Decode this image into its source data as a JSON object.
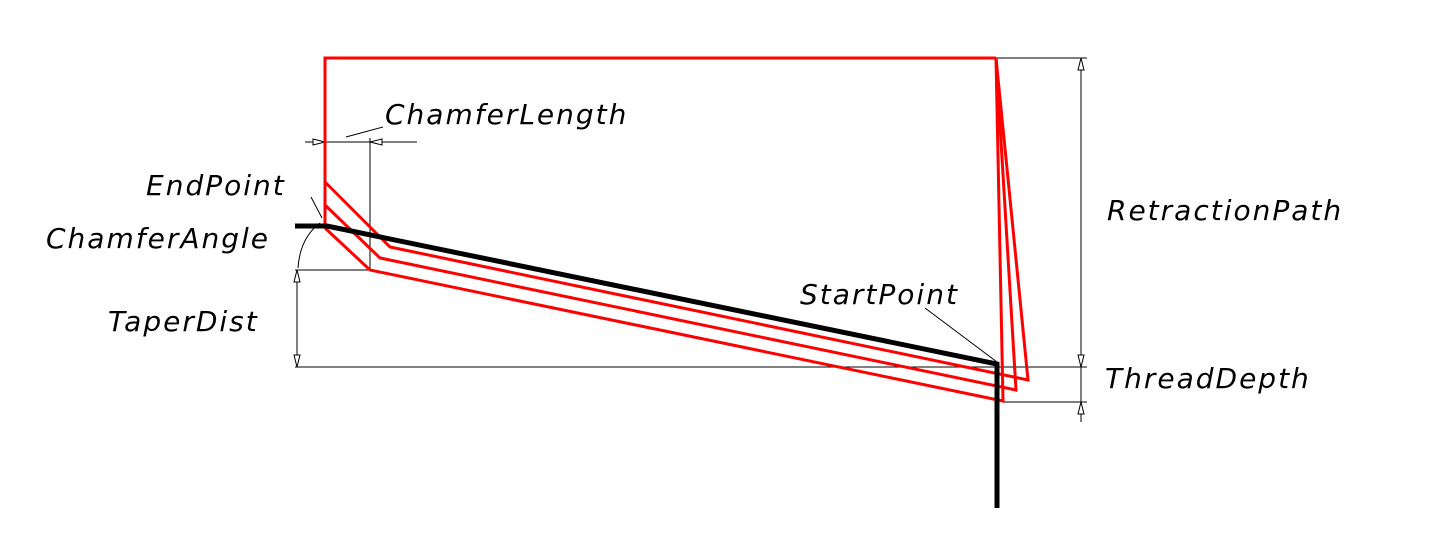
{
  "diagram": {
    "labels": {
      "chamfer_length": "ChamferLength",
      "end_point": "EndPoint",
      "chamfer_angle": "ChamferAngle",
      "taper_dist": "TaperDist",
      "start_point": "StartPoint",
      "retraction_path": "RetractionPath",
      "thread_depth": "ThreadDepth"
    },
    "colors": {
      "tool_path": "#ff0000",
      "contour": "#000000",
      "dimension": "#000000"
    }
  }
}
